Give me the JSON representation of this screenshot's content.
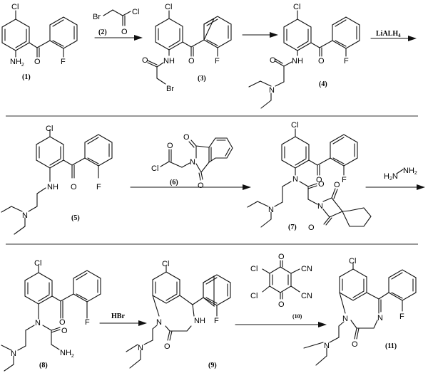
{
  "scheme": {
    "compounds": [
      {
        "id": "1",
        "label": "(1)",
        "atoms": [
          "Cl",
          "NH2",
          "O",
          "F"
        ]
      },
      {
        "id": "2",
        "label": "(2)",
        "atoms": [
          "Br",
          "Cl",
          "O"
        ]
      },
      {
        "id": "3",
        "label": "(3)",
        "atoms": [
          "Cl",
          "NH",
          "O",
          "O",
          "F",
          "Br"
        ]
      },
      {
        "id": "4",
        "label": "(4)",
        "atoms": [
          "Cl",
          "NH",
          "O",
          "O",
          "F",
          "N"
        ]
      },
      {
        "id": "5",
        "label": "(5)",
        "atoms": [
          "Cl",
          "NH",
          "O",
          "F",
          "N"
        ]
      },
      {
        "id": "6",
        "label": "(6)",
        "atoms": [
          "Cl",
          "O",
          "N",
          "O",
          "O"
        ]
      },
      {
        "id": "7",
        "label": "(7)",
        "atoms": [
          "Cl",
          "N",
          "O",
          "F",
          "O",
          "N",
          "O",
          "O",
          "N"
        ]
      },
      {
        "id": "8",
        "label": "(8)",
        "atoms": [
          "Cl",
          "N",
          "O",
          "F",
          "O",
          "NH2",
          "N"
        ]
      },
      {
        "id": "9",
        "label": "(9)",
        "atoms": [
          "Cl",
          "N",
          "NH",
          "O",
          "F",
          "N"
        ]
      },
      {
        "id": "10",
        "label": "(10)",
        "atoms": [
          "O",
          "Cl",
          "Cl",
          "CN",
          "CN",
          "O"
        ]
      },
      {
        "id": "11",
        "label": "(11)",
        "atoms": [
          "Cl",
          "N",
          "N",
          "O",
          "F",
          "N"
        ]
      }
    ],
    "reagents": {
      "step1": "(2)",
      "step3": "LiALH",
      "step3_sub": "4",
      "step5_h2n": "H",
      "step5_nh2": "NH",
      "step6": "HBr"
    },
    "atom_text": {
      "Cl": "Cl",
      "F": "F",
      "O": "O",
      "N": "N",
      "NH": "NH",
      "NH2": "NH",
      "H2": "2",
      "Br": "Br",
      "CN": "CN",
      "H2N": "H"
    }
  }
}
